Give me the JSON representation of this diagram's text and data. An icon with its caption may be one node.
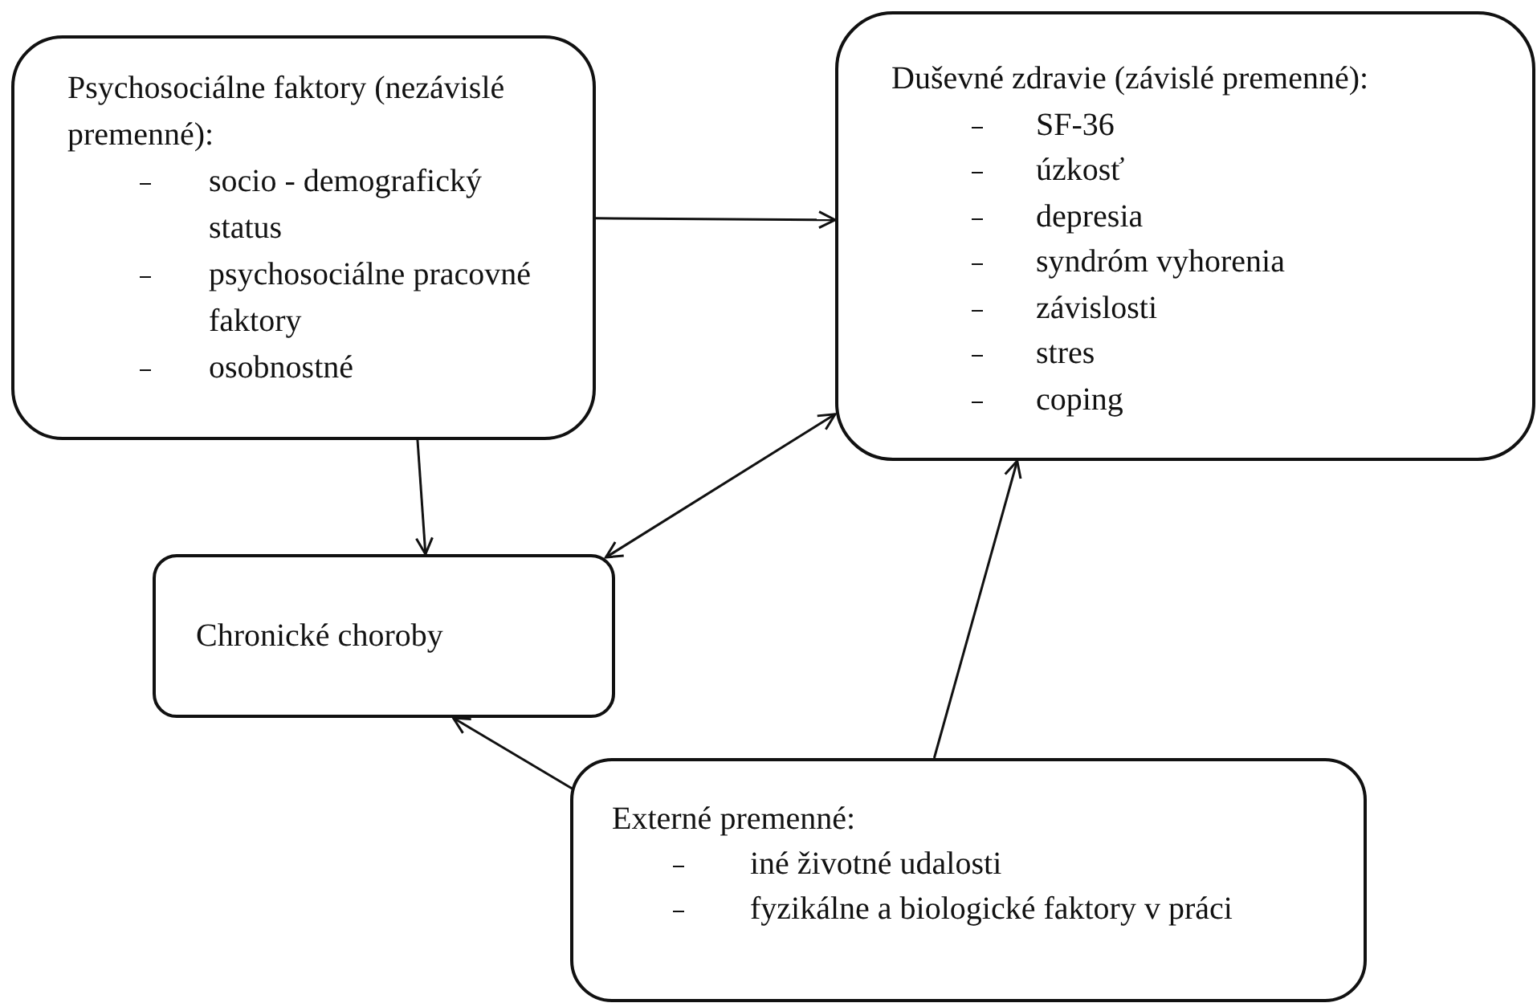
{
  "diagram": {
    "nodes": [
      {
        "text": [
          "Psychosociálne faktory (nezávislé premenné):",
          "socio - demografický status",
          "psychosociálne pracovné faktory",
          "osobnostné"
        ]
      },
      {
        "text": [
          "Duševné zdravie (závislé premenné):",
          "SF-36",
          "úzkosť",
          "depresia",
          "syndróm vyhorenia",
          "závislosti",
          "stres",
          "coping"
        ]
      },
      {
        "text": [
          "Chronické choroby"
        ]
      },
      {
        "text": [
          "Externé premenné:",
          "iné životné udalosti",
          "fyzikálne a biologické faktory v práci"
        ]
      }
    ],
    "edges": [
      {
        "from": 0,
        "to": 1,
        "arrow": "to"
      },
      {
        "from": 0,
        "to": 2,
        "arrow": "to"
      },
      {
        "from": 2,
        "to": 1,
        "arrow": "both"
      },
      {
        "from": 3,
        "to": 2,
        "arrow": "to"
      },
      {
        "from": 3,
        "to": 1,
        "arrow": "to"
      }
    ]
  }
}
